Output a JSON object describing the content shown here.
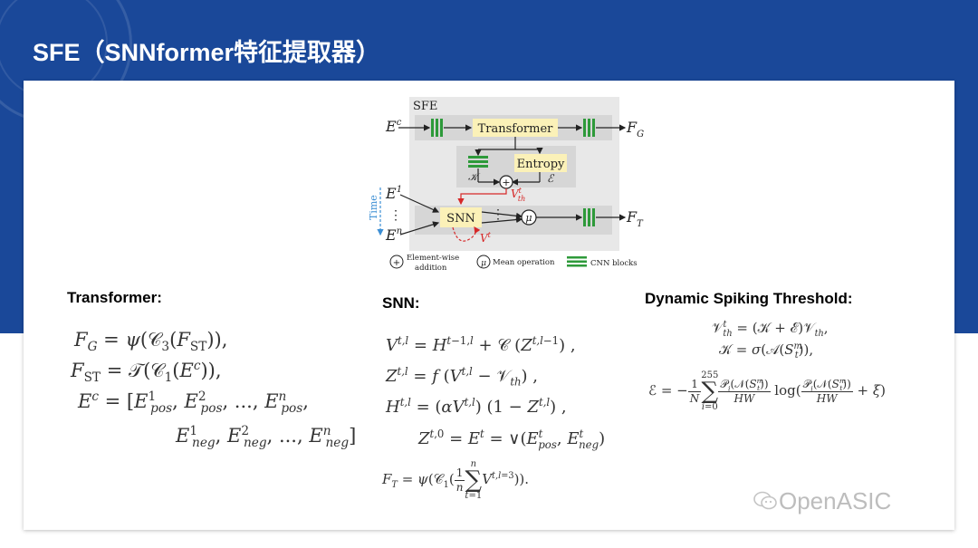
{
  "slide": {
    "title": "SFE（SNNformer特征提取器）"
  },
  "diagram": {
    "block_label": "SFE",
    "transformer_label": "Transformer",
    "entropy_label": "Entropy",
    "snn_label": "SNN",
    "input_top": "E",
    "input_top_sup": "c",
    "output_top": "F",
    "output_top_sub": "G",
    "output_bottom": "F",
    "output_bottom_sub": "T",
    "input_first": "E",
    "input_first_sup": "1",
    "input_last": "E",
    "input_last_sup": "n",
    "kappa": "𝒦",
    "epsilon": "ℰ",
    "vth": "V",
    "vth_sup": "t",
    "vth_sub": "th",
    "vt": "V",
    "vt_sup": "t",
    "mu": "μ",
    "time_label": "Time",
    "legend_add_line1": "Element-wise",
    "legend_add_line2": "addition",
    "legend_mean": "Mean operation",
    "legend_cnn": "CNN blocks",
    "colors": {
      "green": "#2e9a3a",
      "yellow": "#fbf1b8",
      "gray": "#e4e4e4",
      "red": "#d62828",
      "blue": "#3d8fd4"
    }
  },
  "sections": {
    "transformer": "Transformer:",
    "snn": "SNN:",
    "threshold": "Dynamic Spiking Threshold:"
  },
  "watermark": {
    "text": "OpenASIC"
  }
}
